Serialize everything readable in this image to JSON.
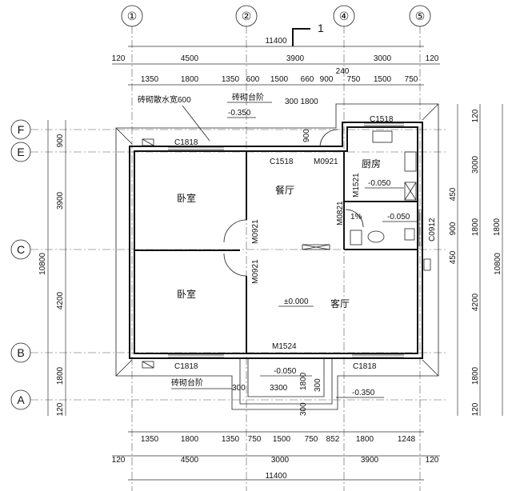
{
  "grid_top": [
    "①",
    "②",
    "1",
    "④",
    "⑤"
  ],
  "grid_left": [
    "F",
    "E",
    "C",
    "B",
    "A"
  ],
  "dims": {
    "top_total": "11400",
    "top_row1": [
      "120",
      "4500",
      "3900",
      "3000",
      "120"
    ],
    "top_row2": [
      "1350",
      "1800",
      "1350",
      "600",
      "1500",
      "660",
      "900",
      "750",
      "1500",
      "750"
    ],
    "top_small": "240",
    "bottom_row1": [
      "1350",
      "1800",
      "1350",
      "750",
      "1500",
      "750",
      "852",
      "1800",
      "1248"
    ],
    "bottom_row2": [
      "120",
      "4500",
      "3000",
      "3900",
      "120"
    ],
    "bottom_total": "11400",
    "left": [
      "900",
      "3900",
      "4200",
      "1800",
      "120"
    ],
    "left_total": "10800",
    "right": [
      "120",
      "3000",
      "450",
      "1800",
      "450",
      "4200",
      "1800",
      "120"
    ],
    "right_inner": [
      "900",
      "1800"
    ],
    "right_total": "10800"
  },
  "labels": {
    "brick_apron": "砖砌散水宽600",
    "brick_step_top": "砖砌台阶",
    "brick_step_bottom": "砖砌台阶",
    "level_neg350_top": "-0.350",
    "level_neg350_bottom": "-0.350",
    "level_neg050_kitchen": "-0.050",
    "level_neg050_bath": "-0.050",
    "level_neg050_entry": "-0.050",
    "level_zero": "±0.000",
    "dim_300_1800": "300   1800",
    "dim_900": "900",
    "dim_300a": "300",
    "dim_3300": "3300",
    "dim_1800v": "1800",
    "dim_300b": "300",
    "dim_300c": "300",
    "bath_mark": "1%"
  },
  "openings": {
    "c1818_top": "C1818",
    "c1518_top": "C1518",
    "c1518_dining": "C1518",
    "m0921_dining": "M0921",
    "m1521": "M1521",
    "m0821": "M0821",
    "c0912": "C0912",
    "m0921_v1": "M0921",
    "m0921_v2": "M0921",
    "m1524": "M1524",
    "c1818_bl": "C1818",
    "c1818_br": "C1818"
  },
  "rooms": {
    "bedroom_top": "卧室",
    "bedroom_bottom": "卧室",
    "dining": "餐厅",
    "kitchen": "厨房",
    "living": "客厅"
  }
}
